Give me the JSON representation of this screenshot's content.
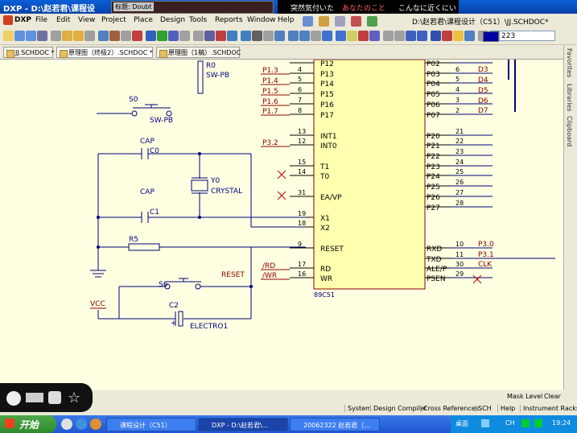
{
  "window": {
    "title": "DXP - D:\\赵若君\\课程设"
  },
  "song": {
    "label": "标题: Doubt"
  },
  "lyric": {
    "left": "突然気付いた",
    "mid": "あなたのこと",
    "right": "こんなに近くにい"
  },
  "menu": [
    "File",
    "Edit",
    "View",
    "Project",
    "Place",
    "Design",
    "Tools",
    "Reports",
    "Window",
    "Help"
  ],
  "path": "D:\\赵若君\\课程设计（C51）\\JJ.SCHDOC*",
  "zoom": "223",
  "tabs": [
    {
      "label": "JJ.SCHDOC *"
    },
    {
      "label": "原理图（终极2）.SCHDOC *"
    },
    {
      "label": "原理图（1稿）.SCHDOC"
    }
  ],
  "side_tabs": [
    "Favorites",
    "Libraries",
    "Clipboard"
  ],
  "schematic": {
    "chip_name": "89C51",
    "left_pins": [
      {
        "num": "",
        "name": "P12"
      },
      {
        "num": "4",
        "name": "P13"
      },
      {
        "num": "5",
        "name": "P14"
      },
      {
        "num": "6",
        "name": "P15"
      },
      {
        "num": "7",
        "name": "P16"
      },
      {
        "num": "8",
        "name": "P17"
      },
      {
        "num": "13",
        "name": "INT1"
      },
      {
        "num": "12",
        "name": "INT0"
      },
      {
        "num": "15",
        "name": "T1"
      },
      {
        "num": "14",
        "name": "T0"
      },
      {
        "num": "31",
        "name": "EA/VP"
      },
      {
        "num": "19",
        "name": "X1"
      },
      {
        "num": "18",
        "name": "X2"
      },
      {
        "num": "9",
        "name": "RESET"
      },
      {
        "num": "17",
        "name": "RD"
      },
      {
        "num": "16",
        "name": "WR"
      }
    ],
    "right_pins": [
      {
        "num": "",
        "name": "P02"
      },
      {
        "num": "6",
        "name": "P03"
      },
      {
        "num": "5",
        "name": "P04"
      },
      {
        "num": "4",
        "name": "P05"
      },
      {
        "num": "3",
        "name": "P06"
      },
      {
        "num": "2",
        "name": "P07"
      },
      {
        "num": "21",
        "name": "P20"
      },
      {
        "num": "22",
        "name": "P21"
      },
      {
        "num": "23",
        "name": "P22"
      },
      {
        "num": "24",
        "name": "P23"
      },
      {
        "num": "25",
        "name": "P24"
      },
      {
        "num": "26",
        "name": "P25"
      },
      {
        "num": "27",
        "name": "P26"
      },
      {
        "num": "28",
        "name": "P27"
      },
      {
        "num": "10",
        "name": "RXD"
      },
      {
        "num": "11",
        "name": "TXD"
      },
      {
        "num": "30",
        "name": "ALE/P"
      },
      {
        "num": "29",
        "name": "PSEN"
      }
    ],
    "left_nets": [
      "P1.3",
      "P1.4",
      "P1.5",
      "P1.6",
      "P1.7",
      "P3.2",
      "/RD",
      "/WR"
    ],
    "right_nets": [
      "D3",
      "D4",
      "D5",
      "D6",
      "D7",
      "P3.0",
      "P3.1",
      "CLK"
    ],
    "components": {
      "r0_ref": "R0",
      "r0_val": "SW-PB",
      "s0_ref": "S0",
      "s0_val": "SW-PB",
      "c0_ref": "CAP",
      "c0_des": "C0",
      "y0_ref": "Y0",
      "y0_val": "CRYSTAL",
      "c1_ref": "CAP",
      "c1_des": "C1",
      "r5_ref": "R5",
      "s6_ref": "S6",
      "reset_net": "RESET",
      "vcc": "VCC",
      "c2_ref": "C2",
      "c2_val": "ELECTRO1"
    }
  },
  "status": [
    "System",
    "Design Compiler",
    "Cross References",
    "SCH",
    "Help",
    "Instrument Racks"
  ],
  "mask": "Mask Level",
  "clear": "Clear",
  "taskbar": {
    "start": "开始",
    "tasks": [
      "课程设计（C51）",
      "DXP - D:\\赵若君\\...",
      "20062322 赵若君（..."
    ],
    "desktop": "桌面",
    "ime": "CH",
    "clock": "19:24"
  },
  "colors": {
    "wire": "#000080",
    "net": "#8b0000",
    "pin": "#000000",
    "chip": "#ffffb0",
    "canvas": "#ffffe1"
  }
}
